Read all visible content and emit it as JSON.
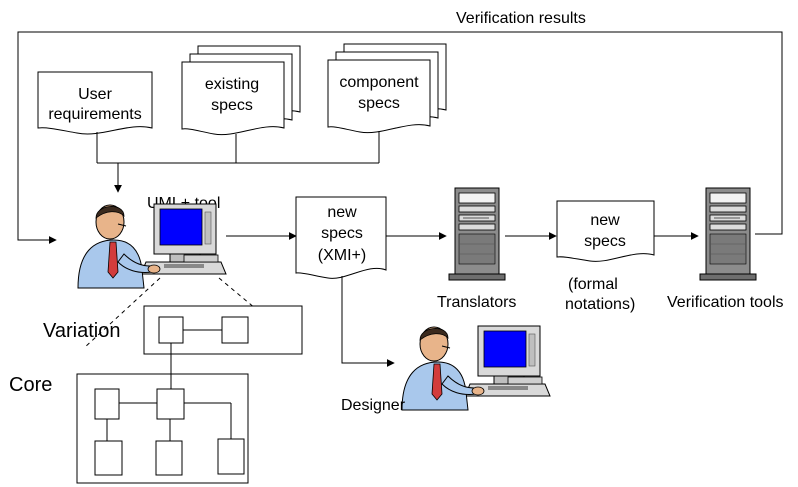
{
  "labels": {
    "verification_results": "Verification results",
    "user_req_1": "User",
    "user_req_2": "requirements",
    "existing_1": "existing",
    "existing_2": "specs",
    "component_1": "component",
    "component_2": "specs",
    "uml_tool": "UML+ tool",
    "new_specs_xmi_1": "new",
    "new_specs_xmi_2": "specs",
    "new_specs_xmi_3": "(XMI+)",
    "translators": "Translators",
    "new_specs_formal_1": "new",
    "new_specs_formal_2": "specs",
    "formal_notations_1": "(formal",
    "formal_notations_2": "notations)",
    "verification_tools": "Verification tools",
    "designer": "Designer",
    "variation": "Variation",
    "core": "Core"
  },
  "icons": {
    "user_at_computer": "person-at-computer-icon",
    "designer_at_computer": "person-at-computer-icon",
    "translator_server": "server-tower-icon",
    "verification_server": "server-tower-icon"
  },
  "colors": {
    "monitor_screen": "#0000ff",
    "server_body": "#8c8c8c",
    "skin": "#e8b48a",
    "shirt": "#a9c8ec",
    "tie": "#d23c3c"
  }
}
